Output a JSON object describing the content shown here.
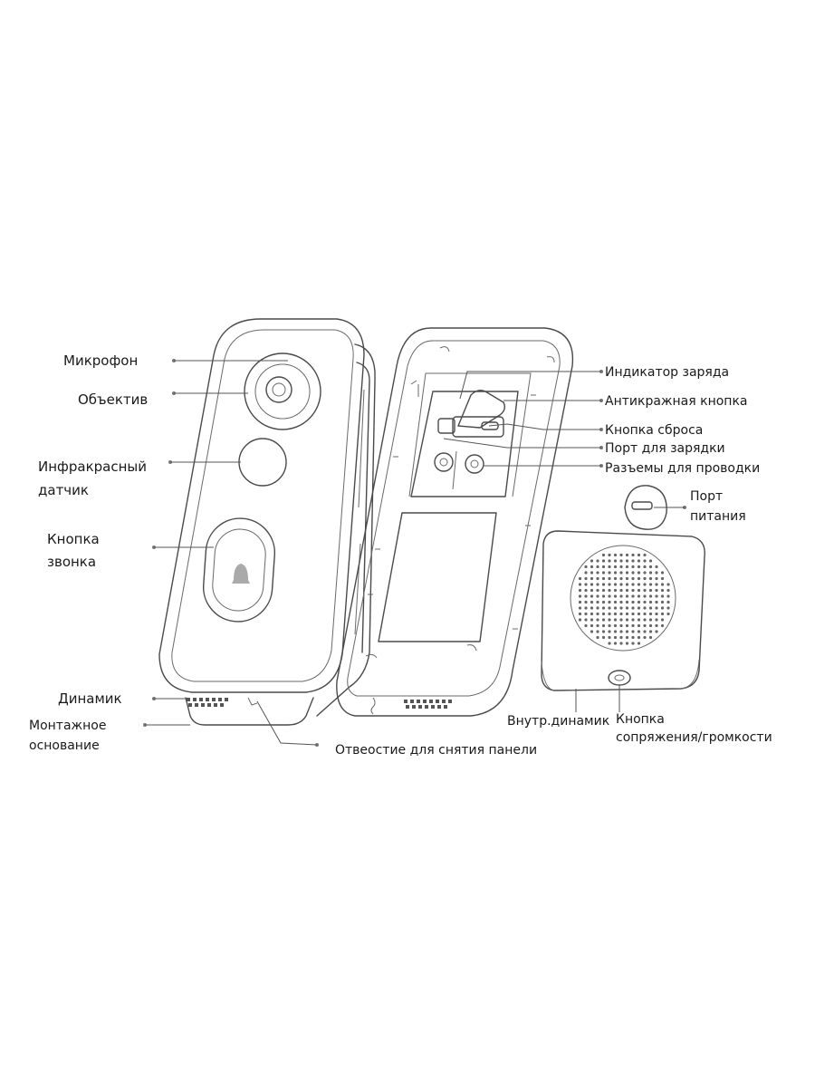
{
  "labels": {
    "microphone": "Микрофон",
    "lens": "Объектив",
    "ir_sensor_line1": "Инфракрасный",
    "ir_sensor_line2": "датчик",
    "bell_button_line1": "Кнопка",
    "bell_button_line2": "звонка",
    "speaker": "Динамик",
    "mount_base_line1": "Монтажное",
    "mount_base_line2": "основание",
    "panel_removal_hole": "Отвеостие для снятия панели",
    "charge_indicator": "Индикатор заряда",
    "anti_theft_button": "Антикражная кнопка",
    "reset_button": "Кнопка сброса",
    "charging_port": "Порт для зарядки",
    "wiring_terminals": "Разъемы для проводки",
    "power_port_line1": "Порт",
    "power_port_line2": "питания",
    "internal_speaker": "Внутр.динамик",
    "pairing_volume_line1": "Кнопка",
    "pairing_volume_line2": "сопряжения/громкости"
  }
}
